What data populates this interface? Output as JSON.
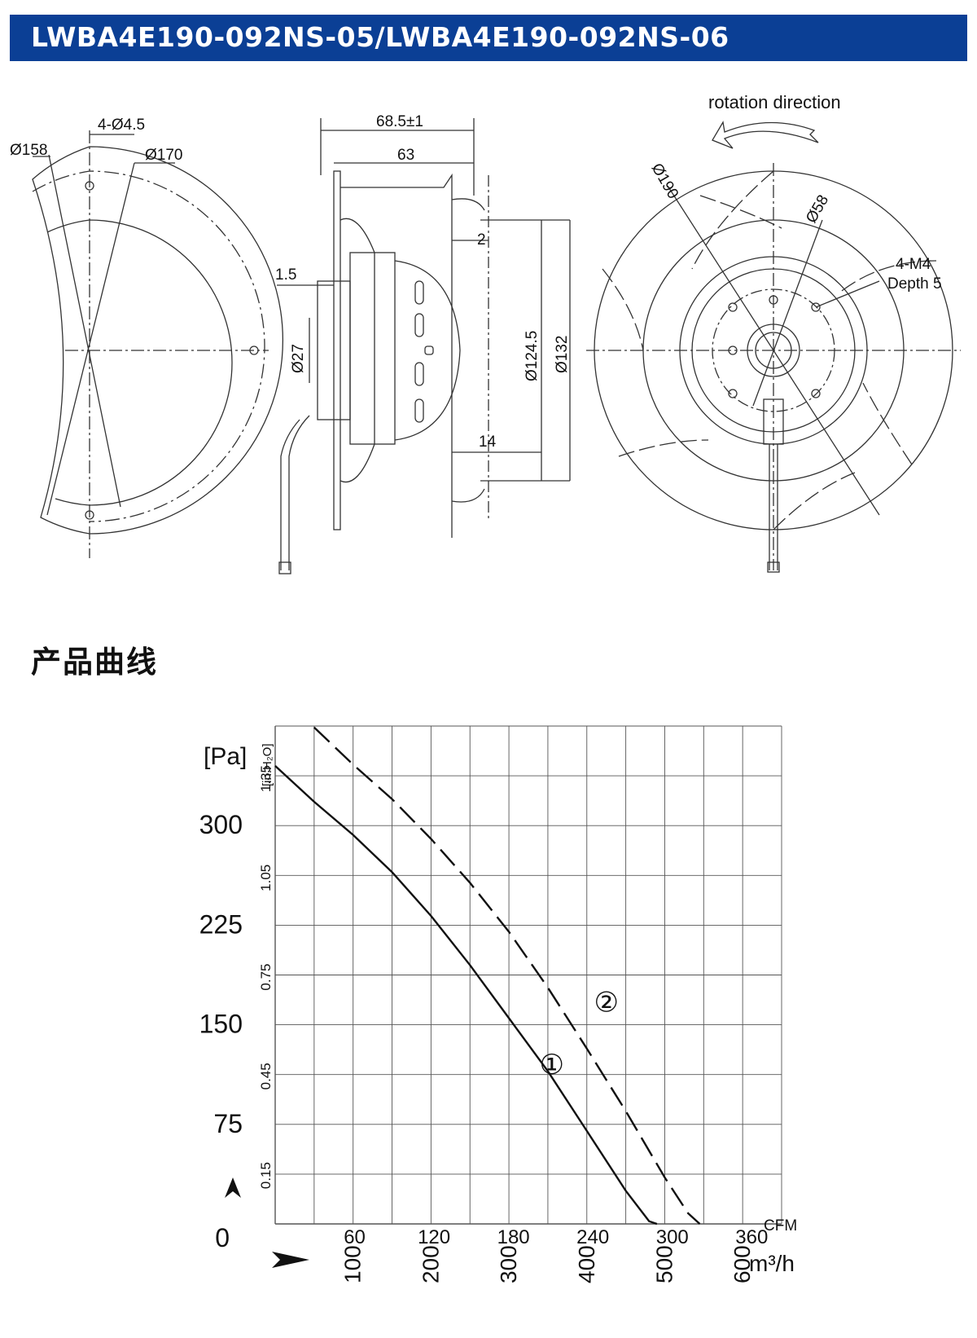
{
  "header": {
    "title": "LWBA4E190-092NS-05/LWBA4E190-092NS-06"
  },
  "section": {
    "heading": "产品曲线"
  },
  "drawings": {
    "left_view": {
      "hole_label": "4-Ø4.5",
      "inner_diameter_label": "Ø158",
      "outer_diameter_label": "Ø170"
    },
    "side_view": {
      "overall_width_label": "68.5±1",
      "width_label": "63",
      "gap_label": "2",
      "flange_label": "1.5",
      "shaft_diameter_label": "Ø27",
      "inner_diameter_label": "Ø124.5",
      "outer_diameter_label": "Ø132",
      "depth_label": "14"
    },
    "front_view": {
      "rotation_label": "rotation direction",
      "impeller_diameter_label": "Ø190",
      "hub_diameter_label": "Ø58",
      "thread_label": "4-M4",
      "thread_depth_label": "Depth 5"
    }
  },
  "chart_data": {
    "type": "line",
    "y_unit_left": "[Pa]",
    "y_unit_right": "[in.H₂O]",
    "x_unit_top": "CFM",
    "x_unit_bottom": "m³/h",
    "pa_ticks": [
      "0",
      "75",
      "150",
      "225",
      "300"
    ],
    "pa_tick_values": [
      0,
      75,
      150,
      225,
      300
    ],
    "inh2o_ticks": [
      "0.15",
      "0.45",
      "0.75",
      "1.05",
      "1.35"
    ],
    "inh2o_tick_values": [
      0.15,
      0.45,
      0.75,
      1.05,
      1.35
    ],
    "cfm_ticks": [
      "60",
      "120",
      "180",
      "240",
      "300",
      "360"
    ],
    "cfm_tick_values": [
      60,
      120,
      180,
      240,
      300,
      360
    ],
    "m3h_ticks": [
      "100",
      "200",
      "300",
      "400",
      "500",
      "600"
    ],
    "m3h_tick_values": [
      100,
      200,
      300,
      400,
      500,
      600
    ],
    "xlim_m3h": [
      0,
      650
    ],
    "ylim_pa": [
      0,
      375
    ],
    "grid": true,
    "series": [
      {
        "name": "①",
        "style": "solid",
        "points": [
          [
            0,
            345
          ],
          [
            50,
            318
          ],
          [
            100,
            293
          ],
          [
            150,
            265
          ],
          [
            200,
            232
          ],
          [
            250,
            195
          ],
          [
            300,
            155
          ],
          [
            350,
            115
          ],
          [
            400,
            70
          ],
          [
            450,
            25
          ],
          [
            480,
            2
          ],
          [
            490,
            0
          ]
        ]
      },
      {
        "name": "②",
        "style": "dashed",
        "points": [
          [
            50,
            374
          ],
          [
            100,
            346
          ],
          [
            150,
            320
          ],
          [
            200,
            290
          ],
          [
            250,
            257
          ],
          [
            300,
            220
          ],
          [
            350,
            178
          ],
          [
            400,
            132
          ],
          [
            450,
            85
          ],
          [
            500,
            35
          ],
          [
            530,
            8
          ],
          [
            545,
            0
          ]
        ]
      }
    ],
    "series_label_positions": [
      {
        "name": "①",
        "at": [
          355,
          113
        ]
      },
      {
        "name": "②",
        "at": [
          425,
          160
        ]
      }
    ]
  }
}
